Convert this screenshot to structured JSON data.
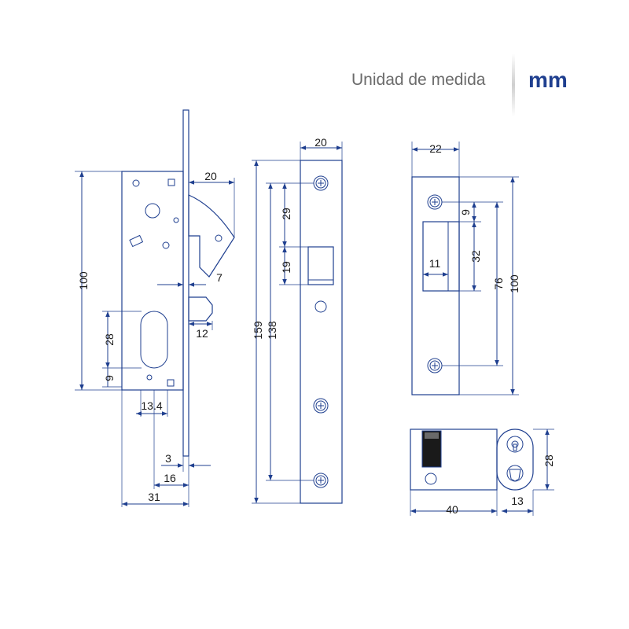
{
  "header": {
    "unit_label": "Unidad de medida",
    "unit_value": "mm"
  },
  "colors": {
    "line": "#1f3f8f",
    "text": "#1a1a1a",
    "header_gray": "#6b6b6b"
  },
  "dimensions": {
    "lock_side": {
      "height_100": "100",
      "width_20": "20",
      "dim_7": "7",
      "dim_12": "12",
      "dim_28": "28",
      "dim_9": "9",
      "dim_13_4": "13.4",
      "dim_3": "3",
      "dim_16": "16",
      "dim_31": "31"
    },
    "faceplate": {
      "width_20": "20",
      "dim_29": "29",
      "dim_19": "19",
      "dim_159": "159",
      "dim_138": "138"
    },
    "strike": {
      "width_22": "22",
      "dim_9": "9",
      "dim_32": "32",
      "dim_11": "11",
      "dim_76": "76",
      "dim_100": "100"
    },
    "cylinder": {
      "dim_28": "28",
      "dim_40": "40",
      "dim_13": "13"
    }
  }
}
